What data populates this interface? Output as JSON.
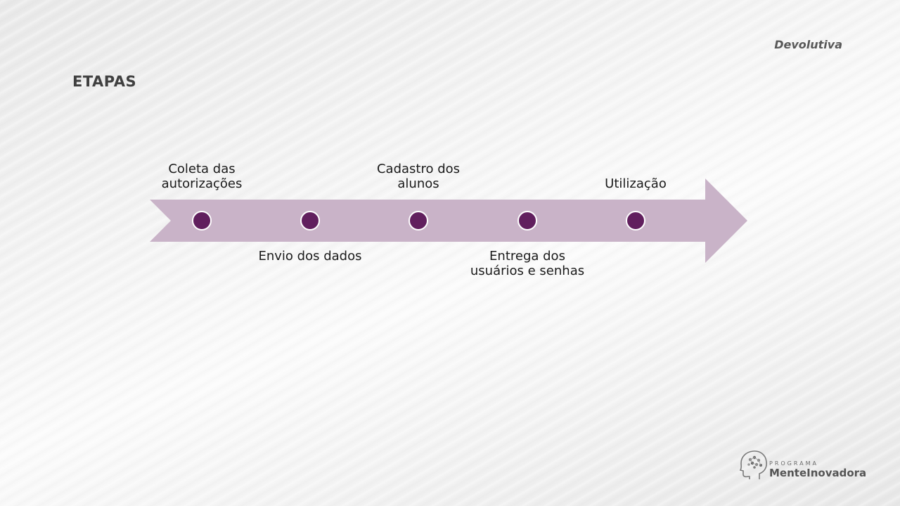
{
  "slide": {
    "title": "ETAPAS",
    "tag": "Devolutiva"
  },
  "timeline": {
    "steps": [
      {
        "label": "Coleta das autorizações",
        "position": "above"
      },
      {
        "label": "Envio dos dados",
        "position": "below"
      },
      {
        "label": "Cadastro dos alunos",
        "position": "above"
      },
      {
        "label": "Entrega dos usuários e senhas",
        "position": "below"
      },
      {
        "label": "Utilização",
        "position": "above"
      }
    ],
    "arrow_color": "#c9b3c8",
    "dot_color": "#611f5e"
  },
  "logo": {
    "small_text": "PROGRAMA",
    "name": "MenteInovadora"
  }
}
